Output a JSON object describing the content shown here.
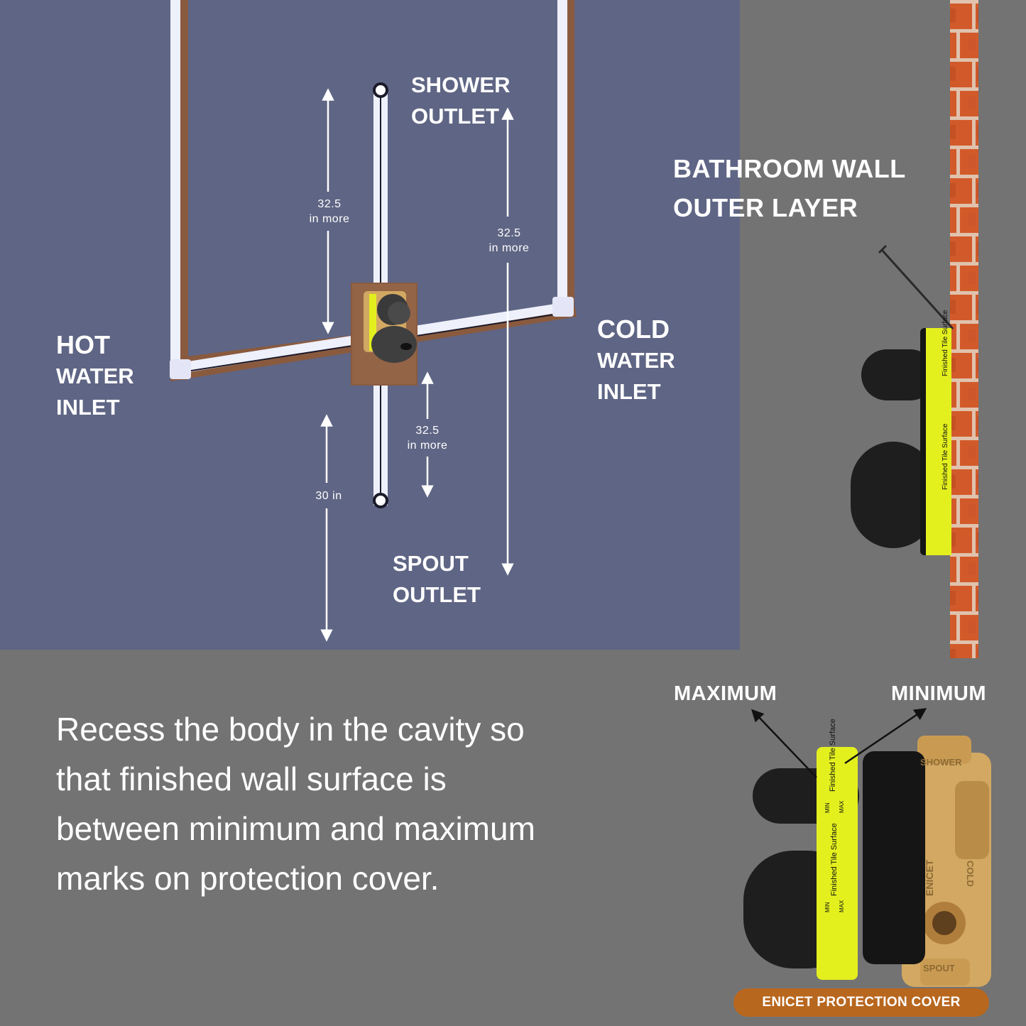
{
  "labels": {
    "shower_outlet": [
      "SHOWER",
      "OUTLET"
    ],
    "hot_inlet": [
      "HOT",
      "WATER",
      "INLET"
    ],
    "cold_inlet": [
      "COLD",
      "WATER",
      "INLET"
    ],
    "spout_outlet": [
      "SPOUT",
      "OUTLET"
    ],
    "bathroom_wall": [
      "BATHROOM WALL",
      "OUTER LAYER"
    ],
    "maximum": "MAXIMUM",
    "minimum": "MINIMUM",
    "protection_cover": "ENICET PROTECTION COVER"
  },
  "dimensions": {
    "upper_left": [
      "32.5",
      "in more"
    ],
    "upper_right": [
      "32.5",
      "in more"
    ],
    "lower_right": [
      "32.5",
      "in more"
    ],
    "floor": "30 in"
  },
  "cover_text": {
    "finished": "Finished Tile Surface",
    "min": "MIN",
    "max": "MAX"
  },
  "valve_marks": {
    "shower": "SHOWER",
    "cold": "COLD",
    "spout": "SPOUT",
    "brand": "ENICET"
  },
  "instructions": "Recess the body in the cavity so that finished wall surface is between minimum and maximum marks on protection cover.",
  "colors": {
    "panel": "#5f6584",
    "background": "#737373",
    "brick": "#d25a2a",
    "cover_band": "#e3f01e",
    "cap": "#1e1e1e",
    "brass": "#d2a862",
    "tag": "#b8671f"
  }
}
